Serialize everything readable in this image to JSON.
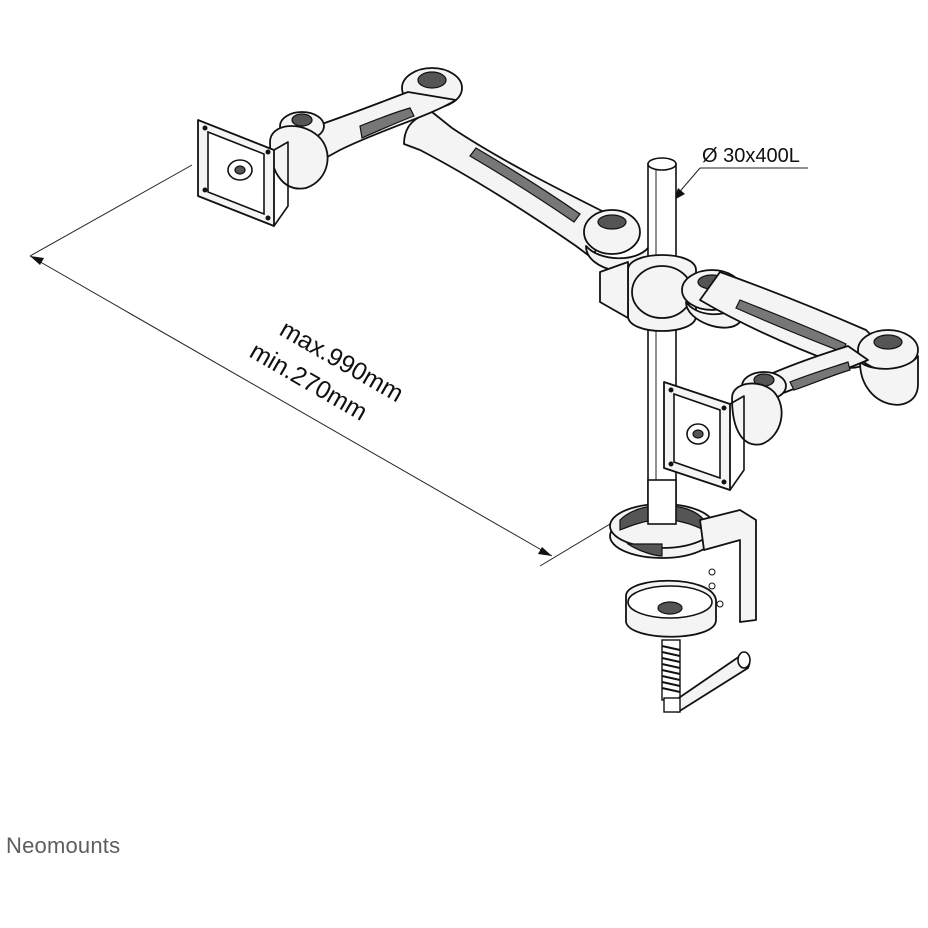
{
  "annotations": {
    "pole_spec": "Ø 30x400L",
    "reach_max": "max.990mm",
    "reach_min": "min.270mm"
  },
  "brand": {
    "name": "Neomounts"
  }
}
